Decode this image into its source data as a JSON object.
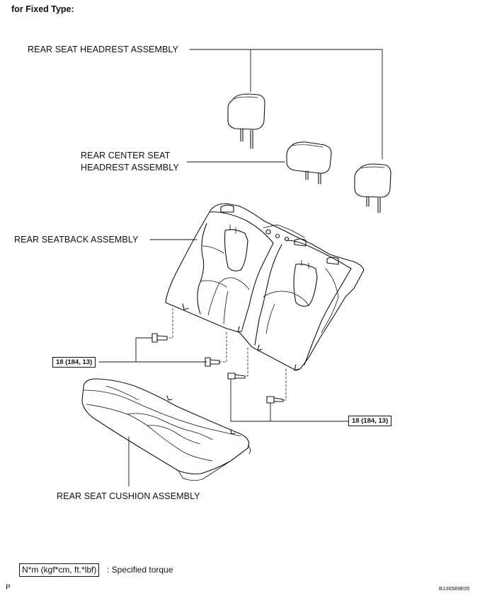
{
  "title": "for Fixed Type:",
  "labels": {
    "headrest": "REAR SEAT HEADREST ASSEMBLY",
    "center_headrest_1": "REAR CENTER SEAT",
    "center_headrest_2": "HEADREST ASSEMBLY",
    "seatback": "REAR SEATBACK ASSEMBLY",
    "cushion": "REAR SEAT CUSHION ASSEMBLY"
  },
  "torque": {
    "left": "18 (184, 13)",
    "right": "18 (184, 13)"
  },
  "legend": {
    "unit": "N*m (kgf*cm, ft.*lbf)",
    "text": ": Specified torque"
  },
  "footer": {
    "left": "P",
    "right": "B136589E05"
  }
}
